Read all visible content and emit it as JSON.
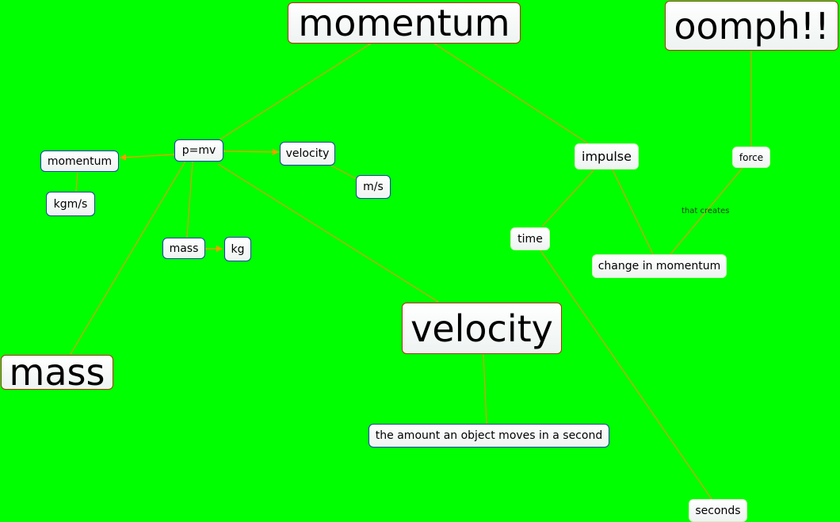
{
  "colors": {
    "background": "#00ff00",
    "link": "#d4a017",
    "arrow": "#ff9900",
    "node_border_primary": "#b03010",
    "node_border_secondary": "#1a3fa8"
  },
  "concepts": {
    "momentum_main": "momentum",
    "oomph": "oomph!!",
    "formula": "p=mv",
    "momentum_small": "momentum",
    "kgm_s": "kgm/s",
    "velocity_small": "velocity",
    "m_s": "m/s",
    "mass_small": "mass",
    "kg": "kg",
    "mass_main": "mass",
    "velocity_main": "velocity",
    "velocity_definition": "the amount an object moves in a second",
    "impulse": "impulse",
    "force": "force",
    "time": "time",
    "change_in_momentum": "change in momentum",
    "seconds": "seconds"
  },
  "link_labels": {
    "that_creates": "that creates"
  }
}
